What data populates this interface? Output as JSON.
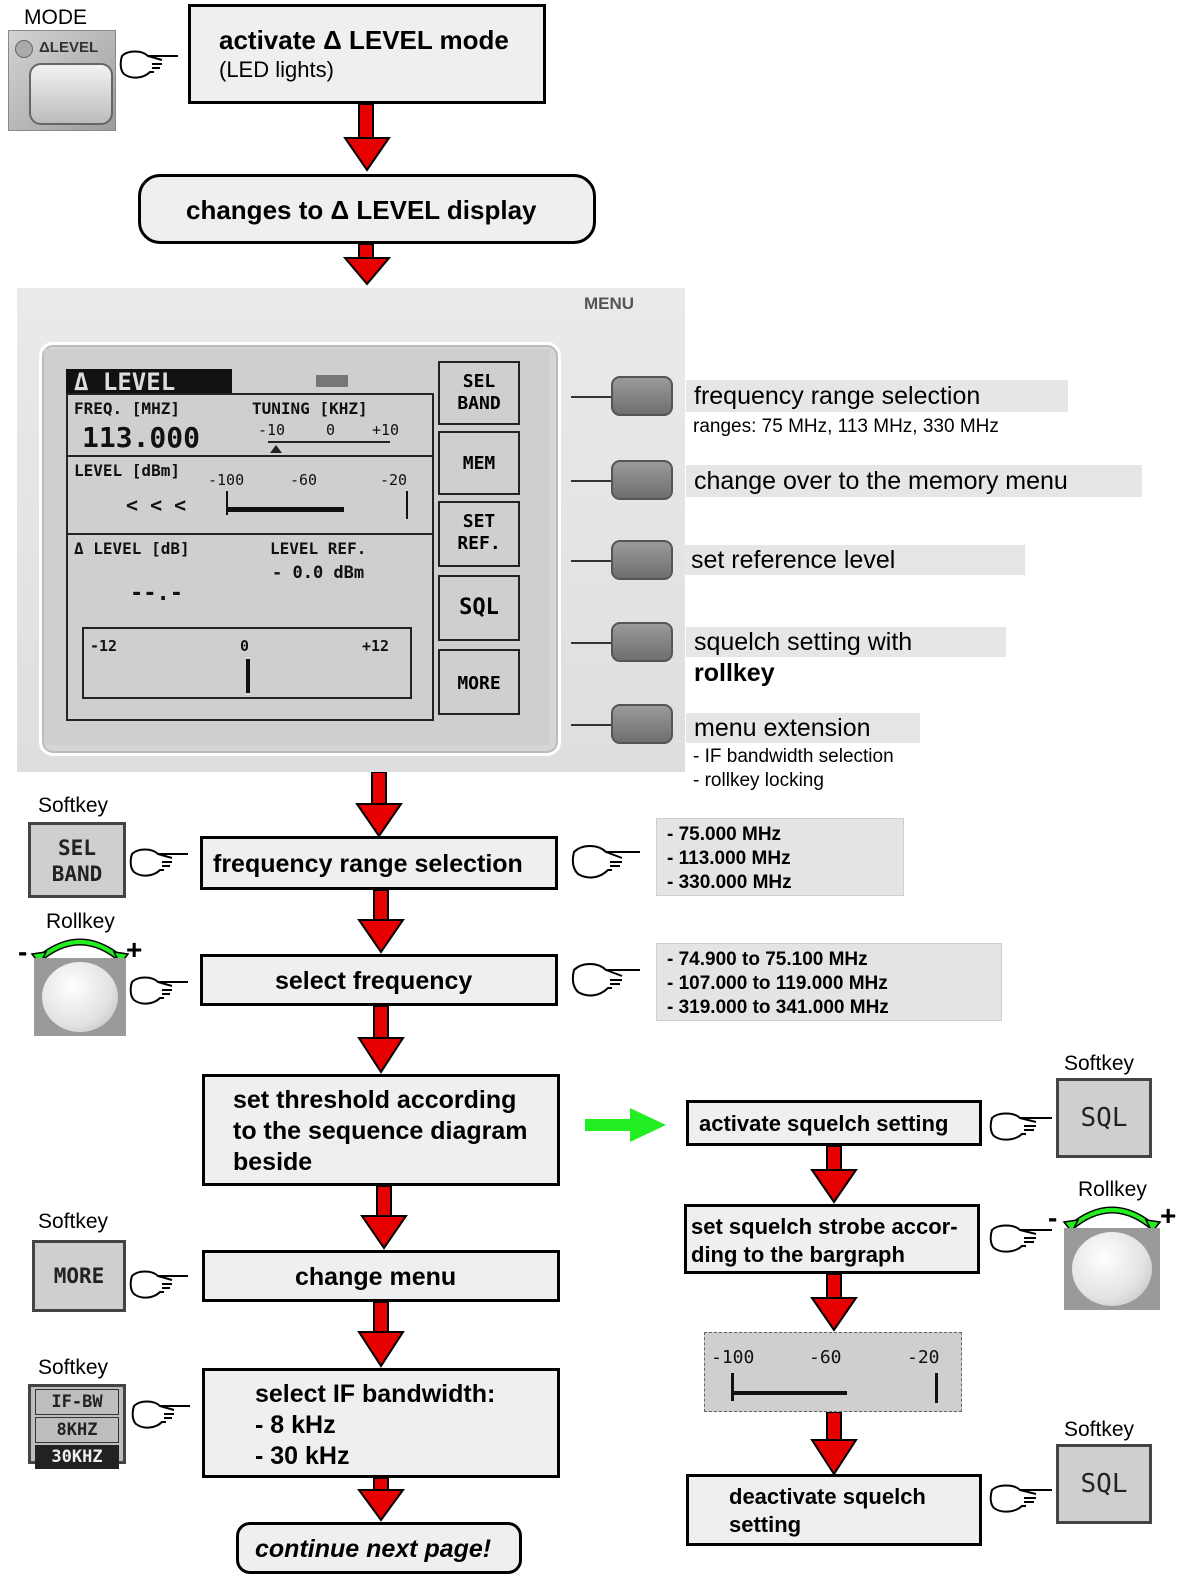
{
  "top": {
    "mode_label": "MODE",
    "mode_button_text": "ΔLEVEL",
    "step1_title": "activate Δ LEVEL mode",
    "step1_sub": "(LED lights)",
    "step2": "changes to  Δ LEVEL display"
  },
  "device": {
    "menu_label": "MENU",
    "lcd": {
      "title": "Δ LEVEL",
      "freq_label": "FREQ. [MHZ]",
      "freq_value": "113.000",
      "tuning_label": "TUNING [KHZ]",
      "tuning_ticks": [
        "-10",
        "0",
        "+10"
      ],
      "level_label": "LEVEL [dBm]",
      "level_ticks": [
        "-100",
        "-60",
        "-20"
      ],
      "level_arrows": "< < <",
      "dlevel_label": "Δ LEVEL  [dB]",
      "dlevel_value": "--.-",
      "levelref_label": "LEVEL REF.",
      "levelref_value": "-  0.0  dBm",
      "bar_ticks": [
        "-12",
        "0",
        "+12"
      ],
      "softkeys": [
        "SEL BAND",
        "MEM",
        "SET REF.",
        "SQL",
        "MORE"
      ]
    },
    "side_labels": [
      {
        "title": "frequency range selection",
        "sub": "ranges:  75 MHz, 113 MHz, 330 MHz"
      },
      {
        "title": "change over to the memory menu"
      },
      {
        "title": "set reference level"
      },
      {
        "title": "squelch setting with",
        "title_bold": "rollkey"
      },
      {
        "title": "menu extension",
        "sub1": "- IF bandwidth selection",
        "sub2": "- rollkey locking"
      }
    ]
  },
  "left_flow": {
    "softkey_caption": "Softkey",
    "rollkey_caption": "Rollkey",
    "rollkey_minus": "-",
    "rollkey_plus": "+",
    "selband_key": [
      "SEL",
      "BAND"
    ],
    "more_key": "MORE",
    "ifbw_key": [
      "IF-BW",
      "8KHZ",
      "30KHZ"
    ],
    "step_freq_range": "frequency range selection",
    "step_select_freq": "select frequency",
    "step_threshold": [
      "set threshold according",
      "to the sequence diagram",
      "beside"
    ],
    "step_change_menu": "change menu",
    "step_ifbw": [
      "select IF bandwidth:",
      "-  8 kHz",
      "- 30 kHz"
    ],
    "step_continue": "continue next page!"
  },
  "ranges_list": [
    "-    75.000 MHz",
    "-    113.000 MHz",
    "-    330.000 MHz"
  ],
  "freq_list": [
    "-    74.900 to 75.100 MHz",
    "-    107.000 to 119.000 MHz",
    "-    319.000 to 341.000 MHz"
  ],
  "right_flow": {
    "softkey_caption": "Softkey",
    "rollkey_caption": "Rollkey",
    "sql_key": "SQL",
    "step_activate": "activate squelch setting",
    "step_strobe": [
      "set squelch strobe accor-",
      "ding  to the bargraph"
    ],
    "bargraph_ticks": [
      "-100",
      "-60",
      "-20"
    ],
    "step_deactivate": [
      "deactivate squelch",
      "setting"
    ]
  },
  "colors": {
    "arrow_red": "#e60000",
    "arrow_green": "#22ee22",
    "box_fill": "#efefef",
    "panel_grey": "#e9e9e9"
  }
}
